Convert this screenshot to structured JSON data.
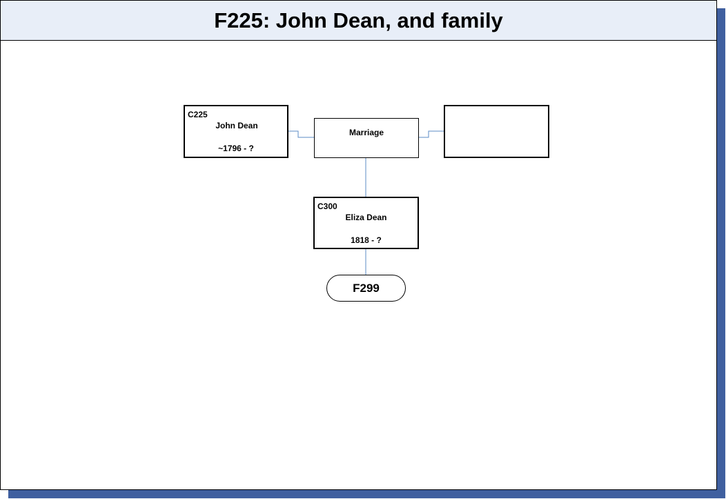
{
  "title": "F225: John Dean, and family",
  "husband": {
    "code": "C225",
    "name": "John Dean",
    "dates": "~1796 - ?"
  },
  "wife": {
    "code": "",
    "name": "",
    "dates": ""
  },
  "marriage": {
    "label": "Marriage"
  },
  "children": [
    {
      "code": "C300",
      "name": "Eliza Dean",
      "dates": "1818 - ?",
      "family_link": "F299"
    }
  ],
  "colors": {
    "title_background": "#e8eef8",
    "shadow": "#3f5f9f",
    "connector": "#5b8bc6"
  }
}
